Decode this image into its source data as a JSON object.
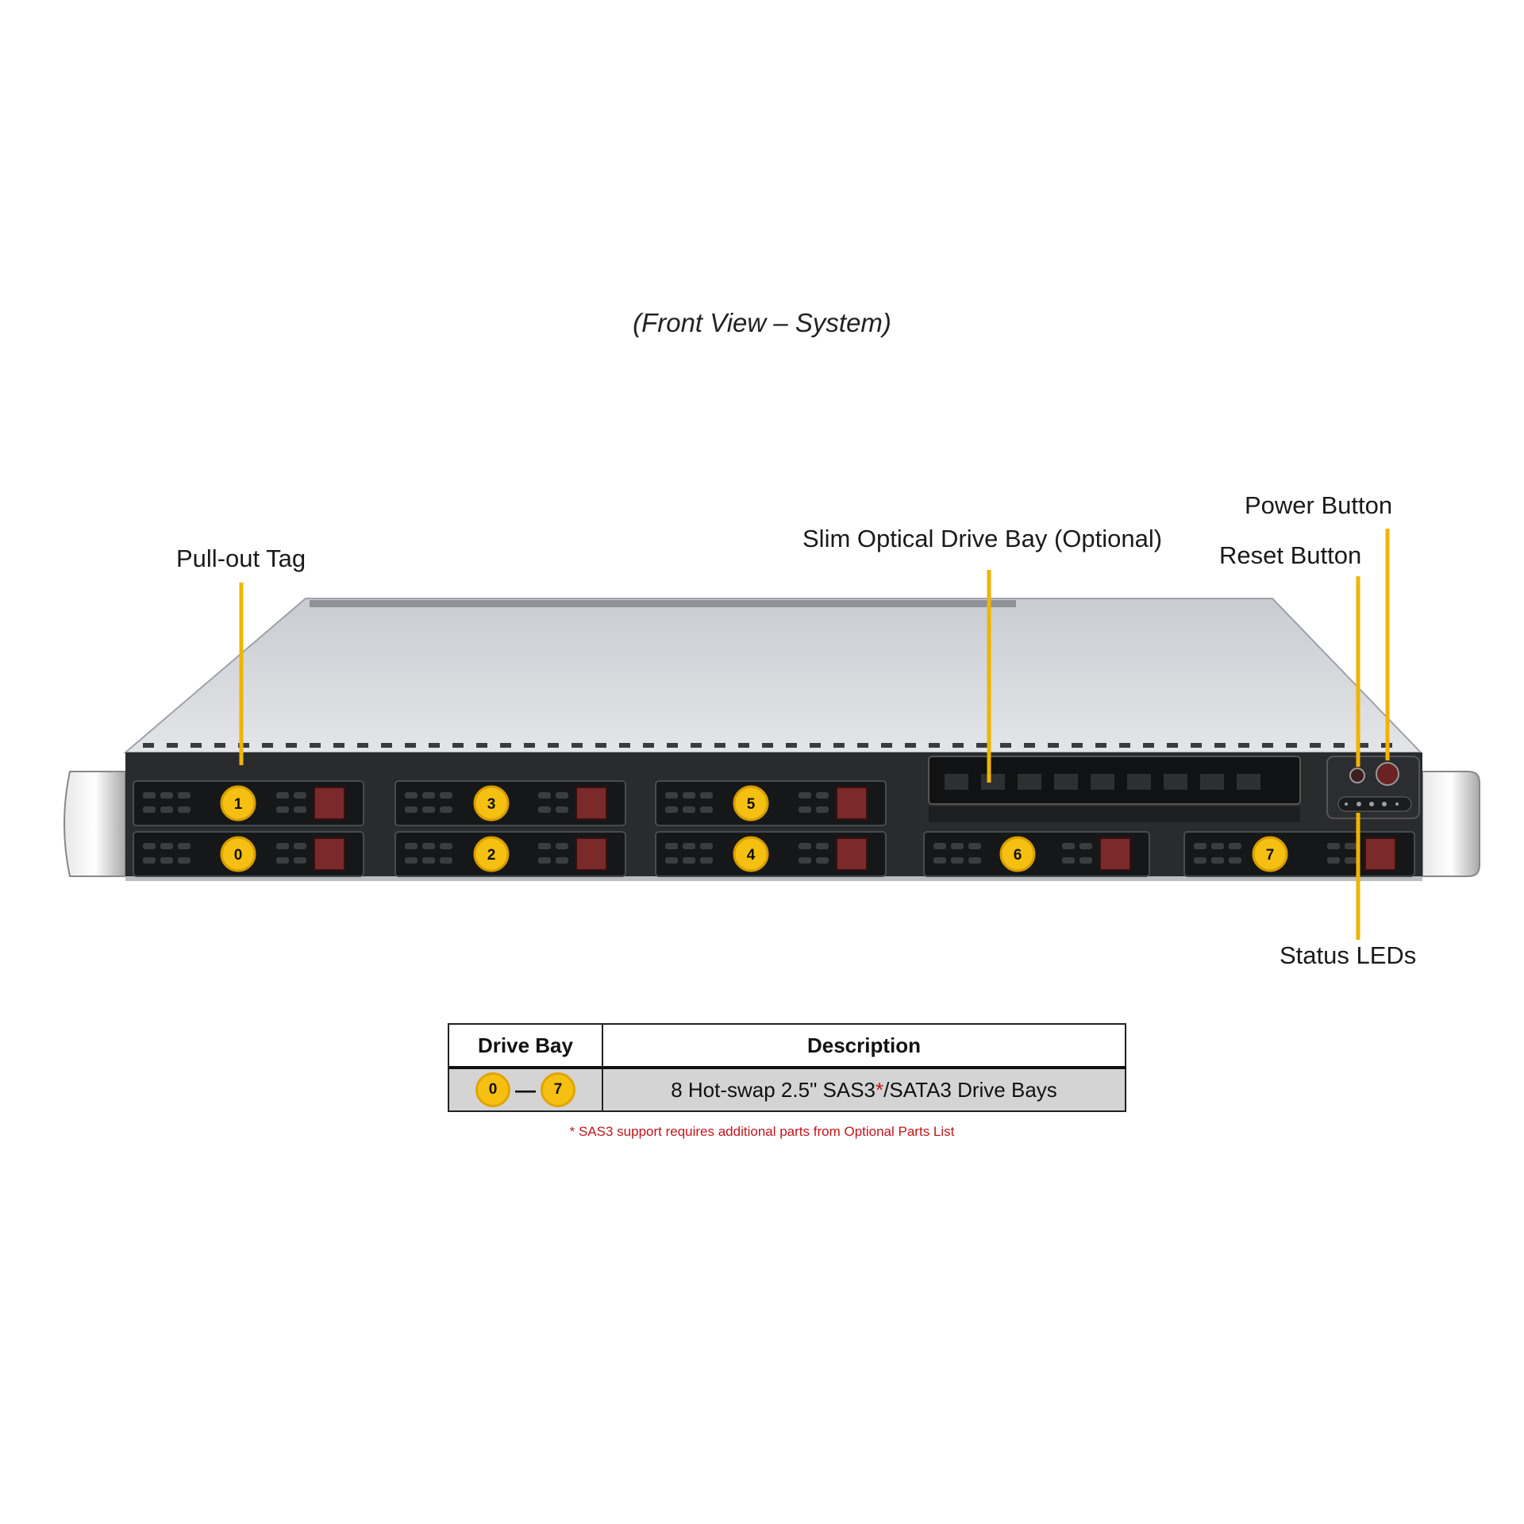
{
  "title": "(Front View – System)",
  "callouts": {
    "pull_out_tag": "Pull-out Tag",
    "optical_bay": "Slim Optical Drive Bay (Optional)",
    "power_button": "Power Button",
    "reset_button": "Reset Button",
    "status_leds": "Status LEDs"
  },
  "drive_bays": [
    {
      "number": "1",
      "row": "top"
    },
    {
      "number": "3",
      "row": "top"
    },
    {
      "number": "5",
      "row": "top"
    },
    {
      "number": "0",
      "row": "bottom"
    },
    {
      "number": "2",
      "row": "bottom"
    },
    {
      "number": "4",
      "row": "bottom"
    },
    {
      "number": "6",
      "row": "bottom"
    },
    {
      "number": "7",
      "row": "bottom"
    }
  ],
  "table": {
    "headers": [
      "Drive Bay",
      "Description"
    ],
    "row": {
      "bay_start": "0",
      "bay_end": "7",
      "desc_pre": "8 Hot-swap 2.5\" SAS3",
      "desc_mark": "*",
      "desc_post": "/SATA3 Drive Bays"
    }
  },
  "footnote": "* SAS3 support requires additional parts from Optional Parts List",
  "colors": {
    "callout_line": "#f0b400",
    "badge_fill": "#f6c012",
    "latch": "#7a2a2a",
    "footnote": "#c0141a"
  }
}
